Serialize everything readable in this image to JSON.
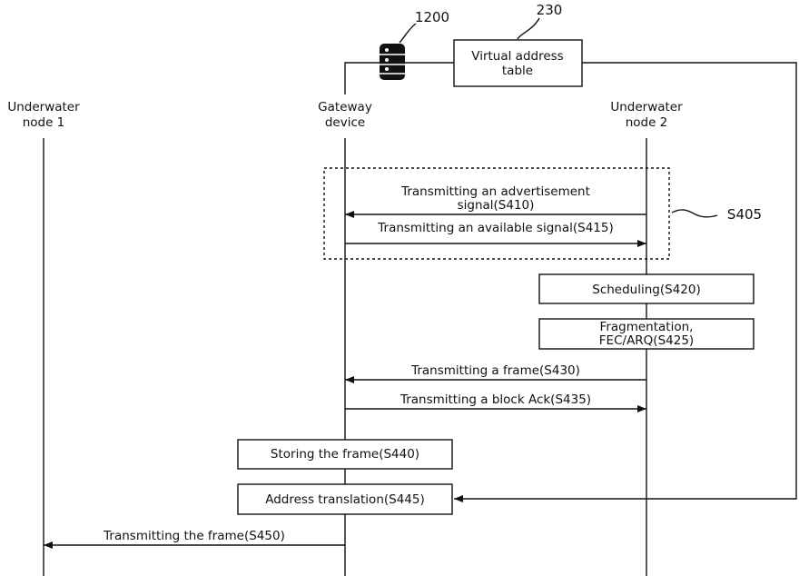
{
  "labels": {
    "ref_db": "1200",
    "ref_table": "230",
    "virtual_table_line1": "Virtual address",
    "virtual_table_line2": "table",
    "ref_group": "S405"
  },
  "participants": [
    {
      "line1": "Underwater",
      "line2": "node 1"
    },
    {
      "line1": "Gateway",
      "line2": "device"
    },
    {
      "line1": "Underwater",
      "line2": "node 2"
    }
  ],
  "messages": [
    {
      "line1": "Transmitting an advertisement",
      "line2": "signal(S410)"
    },
    {
      "line1": "Transmitting an available signal(S415)"
    },
    {
      "line1": "Transmitting a frame(S430)"
    },
    {
      "line1": "Transmitting a block Ack(S435)"
    },
    {
      "line1": "Transmitting the frame(S450)"
    }
  ],
  "process_boxes": [
    {
      "line1": "Scheduling(S420)"
    },
    {
      "line1": "Fragmentation,",
      "line2": "FEC/ARQ(S425)"
    },
    {
      "line1": "Storing the frame(S440)"
    },
    {
      "line1": "Address translation(S445)"
    }
  ]
}
